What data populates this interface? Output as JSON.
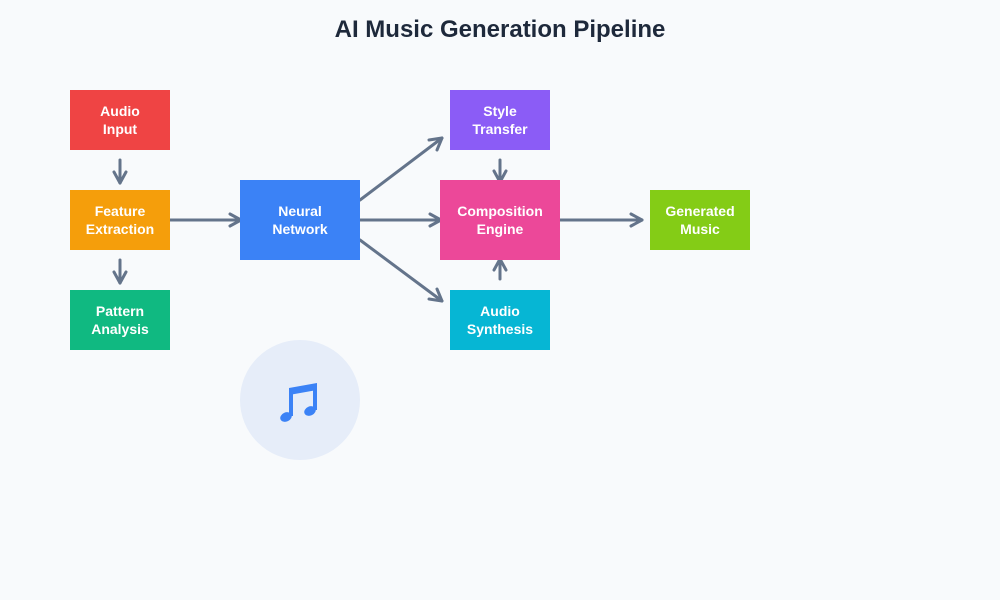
{
  "diagram": {
    "title": "AI Music Generation Pipeline",
    "nodes": {
      "audio_input": {
        "line1": "Audio",
        "line2": "Input",
        "color": "#ef4444"
      },
      "feature": {
        "line1": "Feature",
        "line2": "Extraction",
        "color": "#f59e0b"
      },
      "pattern": {
        "line1": "Pattern",
        "line2": "Analysis",
        "color": "#10b981"
      },
      "neural": {
        "line1": "Neural",
        "line2": "Network",
        "color": "#3b82f6"
      },
      "style": {
        "line1": "Style",
        "line2": "Transfer",
        "color": "#8b5cf6"
      },
      "composition": {
        "line1": "Composition",
        "line2": "Engine",
        "color": "#ec4899"
      },
      "synthesis": {
        "line1": "Audio",
        "line2": "Synthesis",
        "color": "#06b6d4"
      },
      "generated": {
        "line1": "Generated",
        "line2": "Music",
        "color": "#84cc16"
      }
    },
    "edges": [
      {
        "from": "Audio Input",
        "to": "Feature Extraction"
      },
      {
        "from": "Feature Extraction",
        "to": "Pattern Analysis"
      },
      {
        "from": "Feature Extraction",
        "to": "Neural Network"
      },
      {
        "from": "Neural Network",
        "to": "Style Transfer"
      },
      {
        "from": "Neural Network",
        "to": "Composition Engine"
      },
      {
        "from": "Neural Network",
        "to": "Audio Synthesis"
      },
      {
        "from": "Style Transfer",
        "to": "Composition Engine"
      },
      {
        "from": "Audio Synthesis",
        "to": "Composition Engine"
      },
      {
        "from": "Composition Engine",
        "to": "Generated Music"
      }
    ],
    "edge_color": "#64748b",
    "music_icon": "music-note-icon",
    "music_icon_color": "#3b82f6",
    "music_circle_color": "#e6edf9"
  }
}
